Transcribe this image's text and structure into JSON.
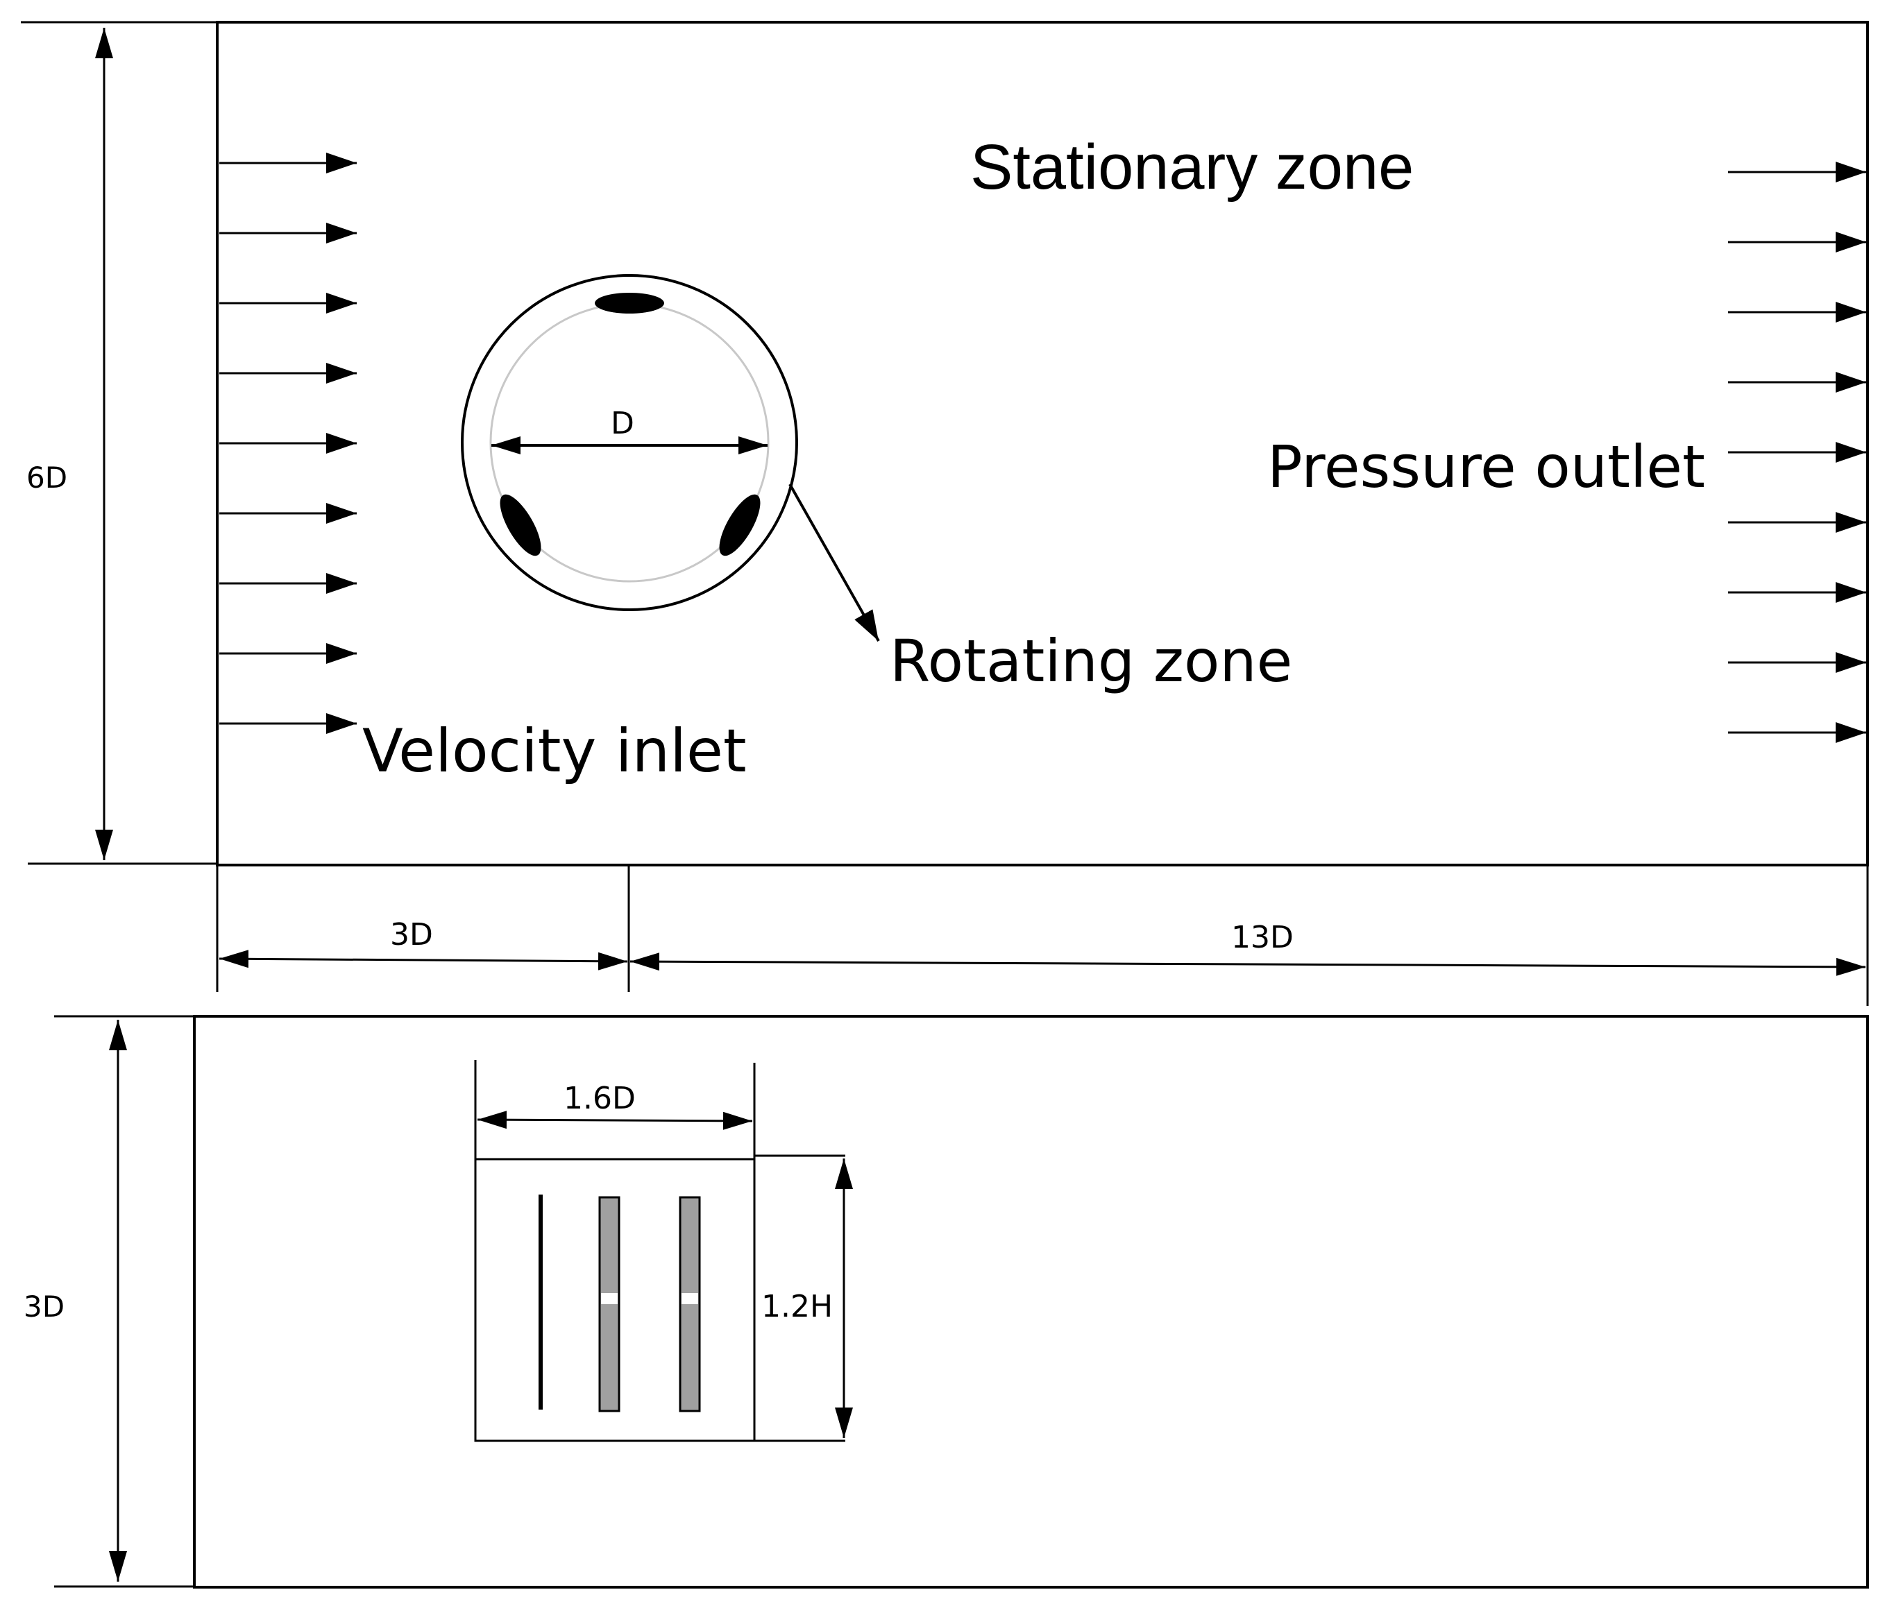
{
  "top_view": {
    "stationary_zone_label": "Stationary zone",
    "rotating_zone_label": "Rotating zone",
    "velocity_inlet_label": "Velocity inlet",
    "pressure_outlet_label": "Pressure  outlet",
    "rotor_diameter_label": "D",
    "domain_height_label": "6D",
    "upstream_length_label": "3D",
    "downstream_length_label": "13D"
  },
  "side_view": {
    "domain_height_label": "3D",
    "rotating_zone_width_label": "1.6D",
    "rotating_zone_height_label": "1.2H"
  },
  "colors": {
    "line": "#000000",
    "blade_fill": "#a0a0a0",
    "inner_circle": "#c8c8c8"
  }
}
